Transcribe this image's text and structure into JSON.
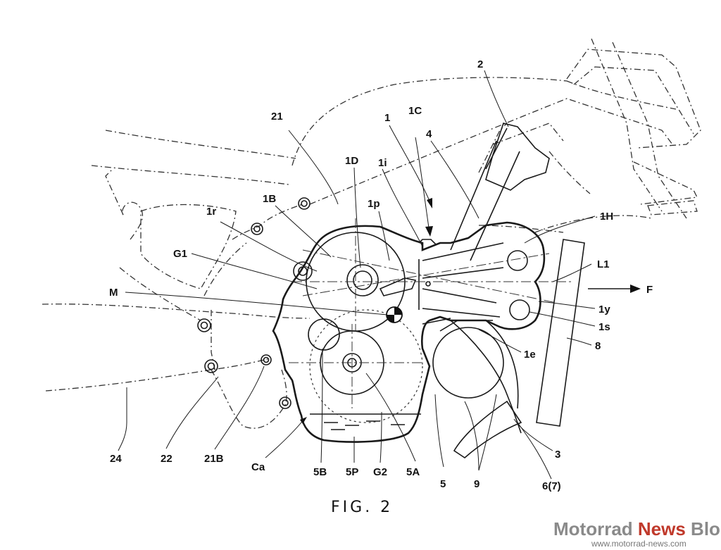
{
  "figure": {
    "caption": "FIG. 2",
    "labels": [
      {
        "id": "2",
        "text": "2"
      },
      {
        "id": "21",
        "text": "21"
      },
      {
        "id": "1",
        "text": "1"
      },
      {
        "id": "1C",
        "text": "1C"
      },
      {
        "id": "4",
        "text": "4"
      },
      {
        "id": "1D",
        "text": "1D"
      },
      {
        "id": "1i",
        "text": "1i"
      },
      {
        "id": "1B",
        "text": "1B"
      },
      {
        "id": "1p",
        "text": "1p"
      },
      {
        "id": "1r",
        "text": "1r"
      },
      {
        "id": "1H",
        "text": "1H"
      },
      {
        "id": "G1",
        "text": "G1"
      },
      {
        "id": "L1",
        "text": "L1"
      },
      {
        "id": "M",
        "text": "M"
      },
      {
        "id": "F",
        "text": "F"
      },
      {
        "id": "1y",
        "text": "1y"
      },
      {
        "id": "1s",
        "text": "1s"
      },
      {
        "id": "1e",
        "text": "1e"
      },
      {
        "id": "8",
        "text": "8"
      },
      {
        "id": "3",
        "text": "3"
      },
      {
        "id": "24",
        "text": "24"
      },
      {
        "id": "22",
        "text": "22"
      },
      {
        "id": "21B",
        "text": "21B"
      },
      {
        "id": "Ca",
        "text": "Ca"
      },
      {
        "id": "5B",
        "text": "5B"
      },
      {
        "id": "5P",
        "text": "5P"
      },
      {
        "id": "G2",
        "text": "G2"
      },
      {
        "id": "5A",
        "text": "5A"
      },
      {
        "id": "5",
        "text": "5"
      },
      {
        "id": "9",
        "text": "9"
      },
      {
        "id": "6(7)",
        "text": "6(7)"
      }
    ]
  },
  "watermark": {
    "brand_part1": "Motorrad ",
    "brand_part2": "News",
    "brand_part3": " Blog",
    "url": "www.motorrad-news.com",
    "colors": {
      "grey": "#8a8a8a",
      "accent": "#c0392b"
    }
  }
}
